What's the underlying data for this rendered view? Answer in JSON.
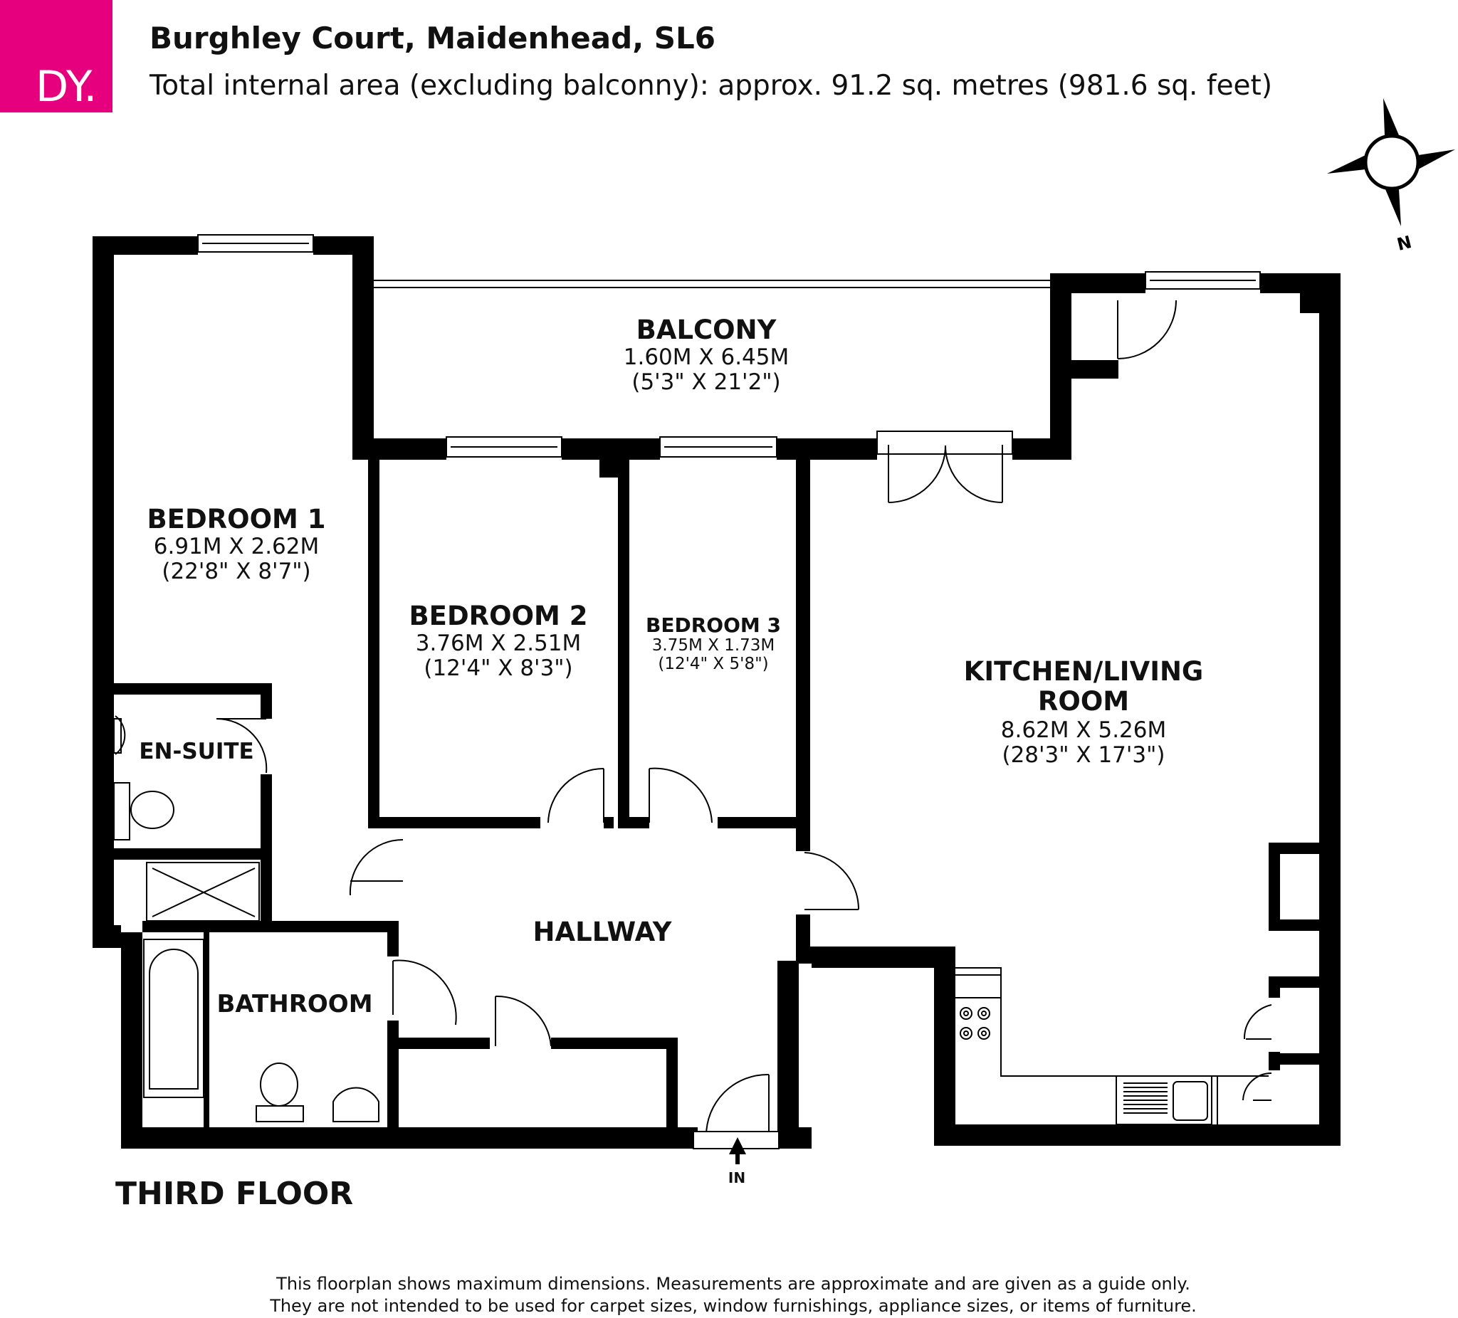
{
  "header": {
    "logo_text": "DY.",
    "title": "Burghley Court, Maidenhead, SL6",
    "subtitle": "Total internal area (excluding balconny): approx. 91.2 sq. metres (981.6 sq. feet)"
  },
  "compass": {
    "north_label": "N"
  },
  "rooms": {
    "balcony": {
      "name": "BALCONY",
      "dim_m": "1.60M X 6.45M",
      "dim_ft": "(5'3\" X 21'2\")"
    },
    "bedroom1": {
      "name": "BEDROOM 1",
      "dim_m": "6.91M X 2.62M",
      "dim_ft": "(22'8\" X 8'7\")"
    },
    "bedroom2": {
      "name": "BEDROOM 2",
      "dim_m": "3.76M X 2.51M",
      "dim_ft": "(12'4\" X 8'3\")"
    },
    "bedroom3": {
      "name": "BEDROOM 3",
      "dim_m": "3.75M X 1.73M",
      "dim_ft": "(12'4\" X 5'8\")"
    },
    "kitchen": {
      "name_line1": "KITCHEN/LIVING",
      "name_line2": "ROOM",
      "dim_m": "8.62M X 5.26M",
      "dim_ft": "(28'3\" X 17'3\")"
    },
    "ensuite": {
      "name": "EN-SUITE"
    },
    "hallway": {
      "name": "HALLWAY"
    },
    "bathroom": {
      "name": "BATHROOM"
    }
  },
  "entrance_label": "IN",
  "floor_label": "THIRD FLOOR",
  "disclaimer": {
    "line1": "This floorplan shows maximum dimensions. Measurements are approximate and are given as a guide only.",
    "line2": "They are not intended to be used for carpet sizes, window furnishings, appliance sizes, or items of furniture."
  },
  "colors": {
    "brand": "#e6007e",
    "wall": "#000000",
    "background": "#ffffff"
  }
}
